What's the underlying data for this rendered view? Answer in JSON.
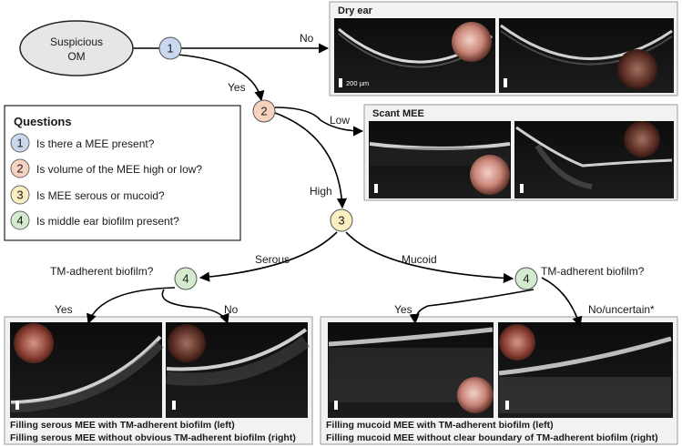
{
  "start": {
    "line1": "Suspicious",
    "line2": "OM"
  },
  "nodes": {
    "n1": "1",
    "n2": "2",
    "n3": "3",
    "n4a": "4",
    "n4b": "4"
  },
  "edges": {
    "no": "No",
    "yes": "Yes",
    "low": "Low",
    "high": "High",
    "serous": "Serous",
    "mucoid": "Mucoid",
    "tm_q_left": "TM-adherent biofilm?",
    "tm_q_right": "TM-adherent biofilm?",
    "yes_left": "Yes",
    "no_left": "No",
    "yes_right": "Yes",
    "no_uncertain": "No/uncertain*"
  },
  "questions": {
    "title": "Questions",
    "items": [
      {
        "num": "1",
        "text": "Is there a MEE present?",
        "color": "#c9d8ee"
      },
      {
        "num": "2",
        "text": "Is volume of the MEE high or low?",
        "color": "#f6d2bf"
      },
      {
        "num": "3",
        "text": "Is MEE serous or mucoid?",
        "color": "#fbeec1"
      },
      {
        "num": "4",
        "text": "Is middle ear biofilm present?",
        "color": "#d4ebcf"
      }
    ]
  },
  "panels": {
    "dry": {
      "title": "Dry ear",
      "scale": "200 µm"
    },
    "scant": {
      "title": "Scant MEE"
    },
    "serous_caption_1": "Filling serous MEE with TM-adherent biofilm (left)",
    "serous_caption_2": "Filling serous MEE without obvious TM-adherent biofilm (right)",
    "mucoid_caption_1": "Filling mucoid MEE with TM-adherent biofilm (left)",
    "mucoid_caption_2": "Filling mucoid MEE without clear boundary of TM-adherent biofilm (right)"
  },
  "colors": {
    "q1": "#c9d8ee",
    "q2": "#f6d2bf",
    "q3": "#fbeec1",
    "q4": "#d4ebcf",
    "start_fill": "#e6e6e6",
    "panel_bg": "#f2f2f2"
  }
}
